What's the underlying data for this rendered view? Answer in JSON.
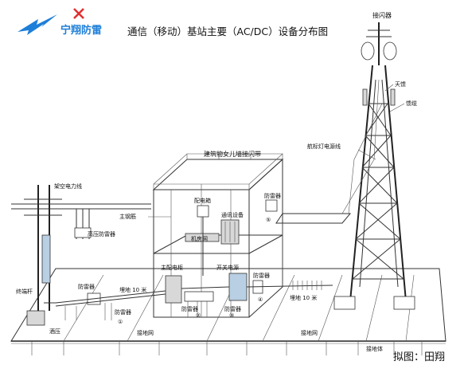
{
  "header": {
    "brand_name": "宁翔防雷",
    "title": "通信（移动）基站主要（AC/DC）设备分布图"
  },
  "labels": {
    "lightning_rod": "接闪器",
    "antenna": "天馈",
    "feeder": "馈缆",
    "aviation_light_cable": "航标灯电源线",
    "parapet_strip": "建筑物女儿墙接闪带",
    "main_steel_bar": "主钢筋",
    "distribution_box": "配电箱",
    "comm_equipment": "通讯设备",
    "spd_top": "防雷器",
    "circle_5": "⑤",
    "equip_room": "机房网",
    "overhead_line": "架空电力线",
    "hv_spd": "高压防雷器",
    "main_dist_cabinet": "主配电柜",
    "switch_power": "开关电源",
    "spd_right": "防雷器",
    "circle_4": "④",
    "terminal_pole": "终端杆",
    "spd_left": "防雷器",
    "buried_10m_left": "埋地 10 米",
    "spd_circle1": "防雷器",
    "circle_1": "①",
    "spd_mid1": "防雷器",
    "circle_2": "②",
    "spd_mid2": "防雷器",
    "circle_3": "③",
    "buried_10m_right": "埋地 10 米",
    "substation": "酒压",
    "ground_net_left": "接地网",
    "ground_net_right": "接地网",
    "ground_body": "接地体",
    "credit": "拟图：田翔"
  },
  "colors": {
    "brand_blue": "#1e7fd8",
    "brand_red": "#e03030",
    "cabinet_blue": "#b9cfe3"
  }
}
